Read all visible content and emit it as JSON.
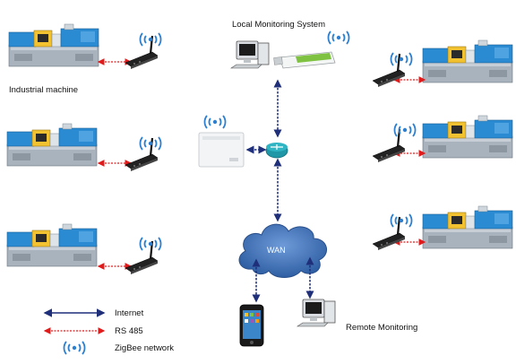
{
  "labels": {
    "local_monitoring": "Local Monitoring System",
    "industrial_machine": "Industrial machine",
    "wan": "WAN",
    "remote_monitoring": "Remote Monitoring"
  },
  "legend": {
    "internet": "Internet",
    "rs485": "RS 485",
    "zigbee": "ZigBee network"
  },
  "colors": {
    "internet_arrow": "#1f2f7a",
    "rs485_arrow": "#e01b1b",
    "wan_cloud": "#3e6fb5",
    "machine_blue": "#2a8bd2",
    "machine_gray": "#9aa5b1",
    "wifi_blue": "#2d7fd0"
  },
  "icons": [
    "injection-molding-machine-icon",
    "zigbee-module-icon",
    "wifi-icon",
    "router-icon",
    "gateway-icon",
    "desktop-computer-icon",
    "usb-dongle-icon",
    "smartphone-icon",
    "cloud-icon"
  ]
}
